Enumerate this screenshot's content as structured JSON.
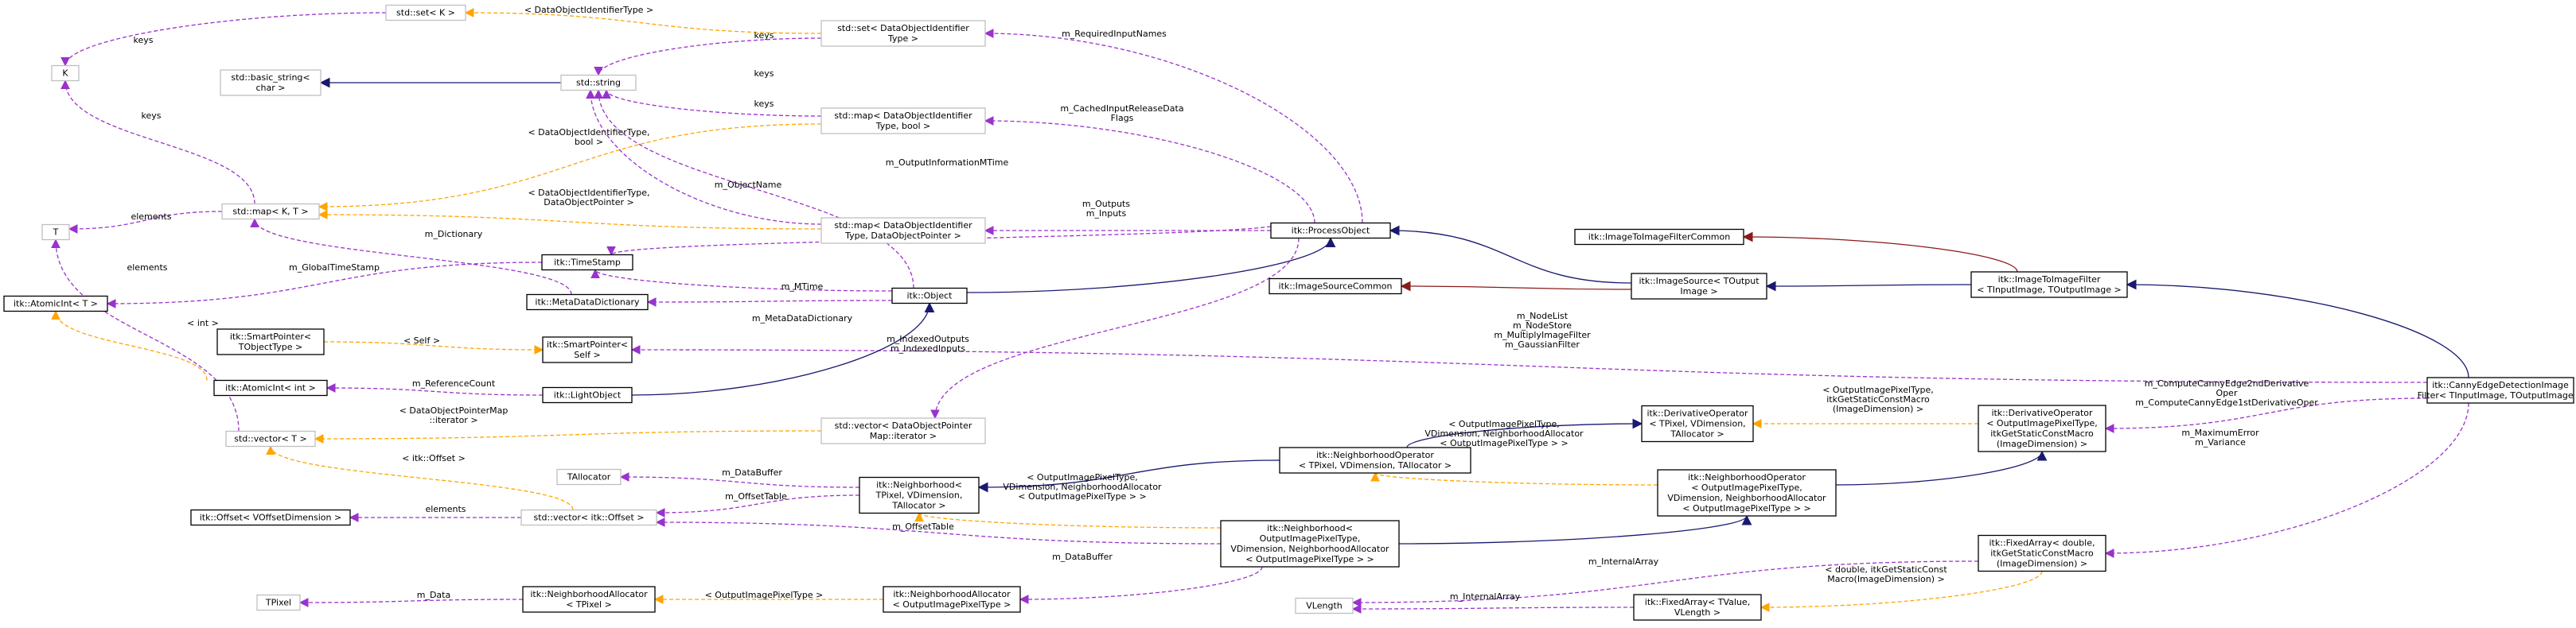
{
  "colors": {
    "usage": "#9a32cd",
    "template": "#ffa500",
    "inherit": "#191970",
    "private_inherit": "#8b1a1a",
    "box_black": "#000000",
    "box_gray": "#bfbfbf",
    "highlight": "#bfbfbf"
  },
  "nodes": [
    {
      "id": "set_k",
      "lines": [
        "std::set< K >"
      ]
    },
    {
      "id": "set_doit",
      "lines": [
        "std::set< DataObjectIdentifier",
        "Type >"
      ]
    },
    {
      "id": "k",
      "lines": [
        "K"
      ]
    },
    {
      "id": "basic_string",
      "lines": [
        "std::basic_string<",
        "char >"
      ]
    },
    {
      "id": "string",
      "lines": [
        "std::string"
      ]
    },
    {
      "id": "map_bool_top",
      "lines": [
        "std::map< DataObjectIdentifier",
        "Type, bool >"
      ]
    },
    {
      "id": "map_kt",
      "lines": [
        "std::map< K, T >"
      ]
    },
    {
      "id": "map_ptr",
      "lines": [
        "std::map< DataObjectIdentifier",
        "Type, DataObjectPointer >"
      ]
    },
    {
      "id": "t",
      "lines": [
        "T"
      ]
    },
    {
      "id": "process_object",
      "lines": [
        "itk::ProcessObject"
      ]
    },
    {
      "id": "timestamp",
      "lines": [
        "itk::TimeStamp"
      ]
    },
    {
      "id": "atomic_t",
      "lines": [
        "itk::AtomicInt< T >"
      ]
    },
    {
      "id": "metadata",
      "lines": [
        "itk::MetaDataDictionary"
      ]
    },
    {
      "id": "object",
      "lines": [
        "itk::Object"
      ]
    },
    {
      "id": "i2i_common",
      "lines": [
        "itk::ImageToImageFilterCommon"
      ]
    },
    {
      "id": "img_src_common",
      "lines": [
        "itk::ImageSourceCommon"
      ]
    },
    {
      "id": "img_source",
      "lines": [
        "itk::ImageSource< TOutput",
        "Image >"
      ]
    },
    {
      "id": "i2i_filter",
      "lines": [
        "itk::ImageToImageFilter",
        "< TInputImage, TOutputImage >"
      ]
    },
    {
      "id": "smartptr_obj",
      "lines": [
        "itk::SmartPointer<",
        "TObjectType >"
      ]
    },
    {
      "id": "smartptr_self",
      "lines": [
        "itk::SmartPointer<",
        "Self >"
      ]
    },
    {
      "id": "canny",
      "lines": [
        "itk::CannyEdgeDetectionImage",
        "Filter< TInputImage, TOutputImage >"
      ]
    },
    {
      "id": "atomic_int",
      "lines": [
        "itk::AtomicInt< int >"
      ]
    },
    {
      "id": "light_object",
      "lines": [
        "itk::LightObject"
      ]
    },
    {
      "id": "vector_t",
      "lines": [
        "std::vector< T >"
      ]
    },
    {
      "id": "vector_dopmap",
      "lines": [
        "std::vector< DataObjectPointer",
        "Map::iterator >"
      ]
    },
    {
      "id": "deriv_op_t",
      "lines": [
        "itk::DerivativeOperator",
        "< TPixel, VDimension,",
        "TAllocator >"
      ]
    },
    {
      "id": "deriv_op_out",
      "lines": [
        "itk::DerivativeOperator",
        "< OutputImagePixelType,",
        "itkGetStaticConstMacro",
        "(ImageDimension) >"
      ]
    },
    {
      "id": "tallocator",
      "lines": [
        "TAllocator"
      ]
    },
    {
      "id": "neighborhood_t",
      "lines": [
        "itk::Neighborhood<",
        "TPixel, VDimension,",
        "TAllocator >"
      ]
    },
    {
      "id": "nbop_t",
      "lines": [
        "itk::NeighborhoodOperator",
        "< TPixel, VDimension, TAllocator >"
      ]
    },
    {
      "id": "nbop_out",
      "lines": [
        "itk::NeighborhoodOperator",
        "< OutputImagePixelType,",
        "VDimension, NeighborhoodAllocator",
        "< OutputImagePixelType > >"
      ]
    },
    {
      "id": "offset_v",
      "lines": [
        "itk::Offset< VOffsetDimension >"
      ]
    },
    {
      "id": "vector_offset",
      "lines": [
        "std::vector< itk::Offset >"
      ]
    },
    {
      "id": "neighborhood_out",
      "lines": [
        "itk::Neighborhood<",
        "OutputImagePixelType,",
        "VDimension, NeighborhoodAllocator",
        "< OutputImagePixelType > >"
      ]
    },
    {
      "id": "fixed_array_double",
      "lines": [
        "itk::FixedArray< double,",
        "itkGetStaticConstMacro",
        "(ImageDimension) >"
      ]
    },
    {
      "id": "tpixel",
      "lines": [
        "TPixel"
      ]
    },
    {
      "id": "nballoc_t",
      "lines": [
        "itk::NeighborhoodAllocator",
        "< TPixel >"
      ]
    },
    {
      "id": "nballoc_out",
      "lines": [
        "itk::NeighborhoodAllocator",
        "< OutputImagePixelType >"
      ]
    },
    {
      "id": "vlength",
      "lines": [
        "VLength"
      ]
    },
    {
      "id": "fixed_array_t",
      "lines": [
        "itk::FixedArray< TValue,",
        "VLength >"
      ]
    }
  ],
  "edges": [
    {
      "id": "e_setk_k",
      "kind": "usage",
      "labels": [
        "keys"
      ]
    },
    {
      "id": "e_setdoit_setk",
      "kind": "template",
      "labels": [
        "< DataObjectIdentifierType >"
      ]
    },
    {
      "id": "e_setdoit_string",
      "kind": "usage",
      "labels": [
        "keys"
      ]
    },
    {
      "id": "e_string_basic",
      "kind": "inherit",
      "labels": []
    },
    {
      "id": "e_mapbool_string",
      "kind": "usage",
      "labels": [
        "keys"
      ]
    },
    {
      "id": "e_mapkt_k",
      "kind": "usage",
      "labels": [
        "keys"
      ]
    },
    {
      "id": "e_mapbool_mapkt",
      "kind": "template",
      "labels": [
        "< DataObjectIdentifierType,",
        "bool >"
      ]
    },
    {
      "id": "e_mapptr_string",
      "kind": "usage",
      "labels": [
        "keys"
      ]
    },
    {
      "id": "e_mapptr_mapkt",
      "kind": "template",
      "labels": [
        "< DataObjectIdentifierType,",
        "DataObjectPointer >"
      ]
    },
    {
      "id": "e_mapkt_t",
      "kind": "usage",
      "labels": [
        "elements"
      ]
    },
    {
      "id": "e_po_setdoit",
      "kind": "usage",
      "labels": [
        "m_RequiredInputNames"
      ]
    },
    {
      "id": "e_po_mapbool",
      "kind": "usage",
      "labels": [
        "m_CachedInputReleaseData",
        "Flags"
      ]
    },
    {
      "id": "e_po_timestamp",
      "kind": "usage",
      "labels": [
        "m_OutputInformationMTime"
      ]
    },
    {
      "id": "e_po_mapptr",
      "kind": "usage",
      "labels": [
        "m_Outputs",
        "m_Inputs"
      ]
    },
    {
      "id": "e_object_string",
      "kind": "usage",
      "labels": [
        "m_ObjectName"
      ]
    },
    {
      "id": "e_metadata_mapkt",
      "kind": "usage",
      "labels": [
        "m_Dictionary"
      ]
    },
    {
      "id": "e_timestamp_atomic",
      "kind": "usage",
      "labels": [
        "m_GlobalTimeStamp"
      ]
    },
    {
      "id": "e_object_po",
      "kind": "inherit",
      "labels": []
    },
    {
      "id": "e_object_timestamp",
      "kind": "usage",
      "labels": [
        "m_MTime"
      ]
    },
    {
      "id": "e_object_metadata",
      "kind": "usage",
      "labels": [
        "m_MetaDataDictionary"
      ]
    },
    {
      "id": "e_vector_t_t",
      "kind": "usage",
      "labels": [
        "elements"
      ]
    },
    {
      "id": "e_po_imgsrc",
      "kind": "inherit",
      "labels": []
    },
    {
      "id": "e_imgsrc_common",
      "kind": "private_inherit",
      "labels": []
    },
    {
      "id": "e_imgsrc_i2i",
      "kind": "inherit",
      "labels": []
    },
    {
      "id": "e_i2icommon_i2i",
      "kind": "private_inherit",
      "labels": []
    },
    {
      "id": "e_i2i_canny",
      "kind": "inherit",
      "labels": []
    },
    {
      "id": "e_smartobj_smartself",
      "kind": "template",
      "labels": [
        "< Self >"
      ]
    },
    {
      "id": "e_canny_smartself",
      "kind": "usage",
      "labels": [
        "m_NodeList",
        "m_NodeStore",
        "m_MultiplyImageFilter",
        "m_GaussianFilter"
      ]
    },
    {
      "id": "e_atomict_atomicint",
      "kind": "template",
      "labels": [
        "< int >"
      ]
    },
    {
      "id": "e_light_atomicint",
      "kind": "usage",
      "labels": [
        "m_ReferenceCount"
      ]
    },
    {
      "id": "e_light_object",
      "kind": "inherit",
      "labels": []
    },
    {
      "id": "e_po_vectordop",
      "kind": "usage",
      "labels": [
        "m_IndexedOutputs",
        "m_IndexedInputs"
      ]
    },
    {
      "id": "e_vectort_vectordop",
      "kind": "template",
      "labels": [
        "< DataObjectPointerMap",
        "::iterator >"
      ]
    },
    {
      "id": "e_derivt_derivout",
      "kind": "template",
      "labels": [
        "< OutputImagePixelType,",
        "itkGetStaticConstMacro",
        "(ImageDimension) >"
      ]
    },
    {
      "id": "e_canny_derivout",
      "kind": "usage",
      "labels": [
        "m_ComputeCannyEdge2ndDerivative",
        "Oper",
        "m_ComputeCannyEdge1stDerivativeOper"
      ]
    },
    {
      "id": "e_nbt_tallocator",
      "kind": "usage",
      "labels": [
        "m_DataBuffer"
      ]
    },
    {
      "id": "e_nbopt_nbt",
      "kind": "inherit",
      "labels": []
    },
    {
      "id": "e_nbopt_derivt",
      "kind": "inherit",
      "labels": []
    },
    {
      "id": "e_nbopt_nbopout",
      "kind": "template",
      "labels": [
        "< OutputImagePixelType,",
        "VDimension, NeighborhoodAllocator",
        "< OutputImagePixelType > >"
      ]
    },
    {
      "id": "e_nbopout_derivout",
      "kind": "inherit",
      "labels": []
    },
    {
      "id": "e_vectort_vectoroffset",
      "kind": "template",
      "labels": [
        "< itk::Offset >"
      ]
    },
    {
      "id": "e_vectoroffset_offsetv",
      "kind": "usage",
      "labels": [
        "elements"
      ]
    },
    {
      "id": "e_nbt_vectoroffset",
      "kind": "usage",
      "labels": [
        "m_OffsetTable"
      ]
    },
    {
      "id": "e_nbt_nbout",
      "kind": "template",
      "labels": [
        "< OutputImagePixelType,",
        "VDimension, NeighborhoodAllocator",
        "< OutputImagePixelType > >"
      ]
    },
    {
      "id": "e_nbout_vectoroffset",
      "kind": "usage",
      "labels": [
        "m_OffsetTable"
      ]
    },
    {
      "id": "e_nbout_nbopout",
      "kind": "inherit",
      "labels": []
    },
    {
      "id": "e_canny_fixeddouble",
      "kind": "usage",
      "labels": [
        "m_MaximumError",
        "m_Variance"
      ]
    },
    {
      "id": "e_nballoct_tpixel",
      "kind": "usage",
      "labels": [
        "m_Data"
      ]
    },
    {
      "id": "e_nballoct_nballocout",
      "kind": "template",
      "labels": [
        "< OutputImagePixelType >"
      ]
    },
    {
      "id": "e_nbout_nballocout",
      "kind": "usage",
      "labels": [
        "m_DataBuffer"
      ]
    },
    {
      "id": "e_fixeddouble_vlength",
      "kind": "usage",
      "labels": [
        "m_InternalArray"
      ]
    },
    {
      "id": "e_fixedt_vlength",
      "kind": "usage",
      "labels": [
        "m_InternalArray"
      ]
    },
    {
      "id": "e_fixedt_fixeddouble",
      "kind": "template",
      "labels": [
        "< double, itkGetStaticConst",
        "Macro(ImageDimension) >"
      ]
    }
  ]
}
